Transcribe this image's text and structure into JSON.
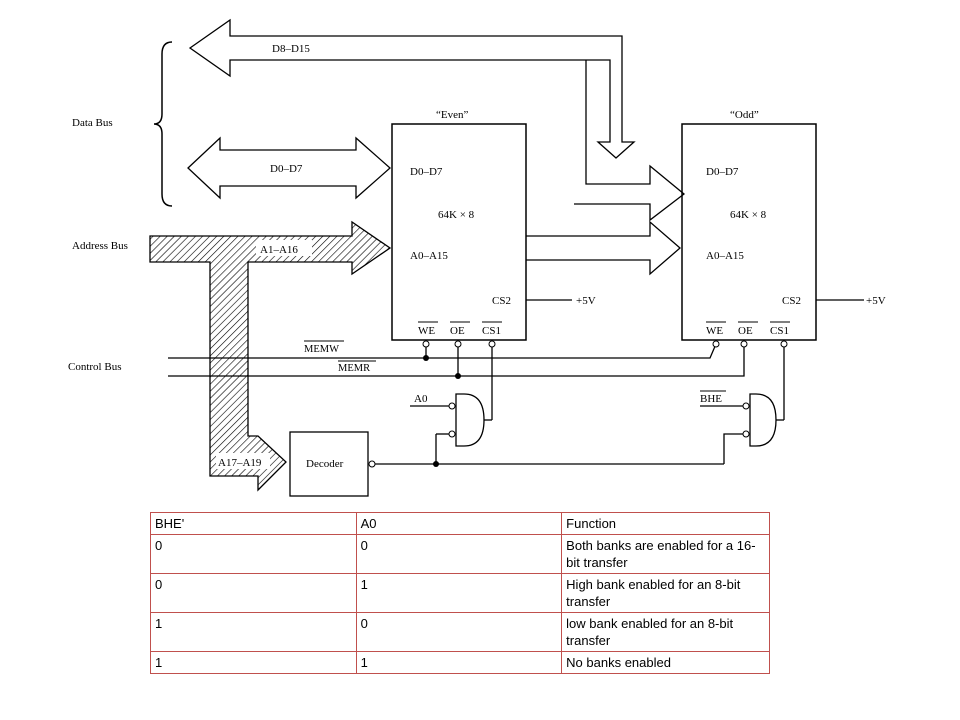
{
  "diagram": {
    "labels": {
      "data_bus": "Data Bus",
      "address_bus": "Address Bus",
      "control_bus": "Control Bus",
      "d8_d15": "D8–D15",
      "d0_d7_bus": "D0–D7",
      "a1_a16": "A1–A16",
      "a17_a19": "A17–A19",
      "memw": "MEMW",
      "memr": "MEMR",
      "a0": "A0",
      "bhe": "BHE",
      "decoder": "Decoder",
      "plus5v": "+5V"
    },
    "even_chip": {
      "title": "“Even”",
      "data": "D0–D7",
      "size": "64K × 8",
      "addr": "A0–A15",
      "cs2": "CS2",
      "we": "WE",
      "oe": "OE",
      "cs1": "CS1"
    },
    "odd_chip": {
      "title": "“Odd”",
      "data": "D0–D7",
      "size": "64K × 8",
      "addr": "A0–A15",
      "cs2": "CS2",
      "we": "WE",
      "oe": "OE",
      "cs1": "CS1"
    }
  },
  "table": {
    "header": [
      "BHE'",
      "A0",
      "Function"
    ],
    "rows": [
      [
        "0",
        "0",
        "Both banks are enabled for a 16-bit transfer"
      ],
      [
        "0",
        "1",
        "High bank enabled for an 8-bit transfer"
      ],
      [
        "1",
        "0",
        "low bank enabled for an 8-bit transfer"
      ],
      [
        "1",
        "1",
        "No banks enabled"
      ]
    ]
  },
  "colors": {
    "table_border": "#c0504d",
    "line": "#000000"
  }
}
